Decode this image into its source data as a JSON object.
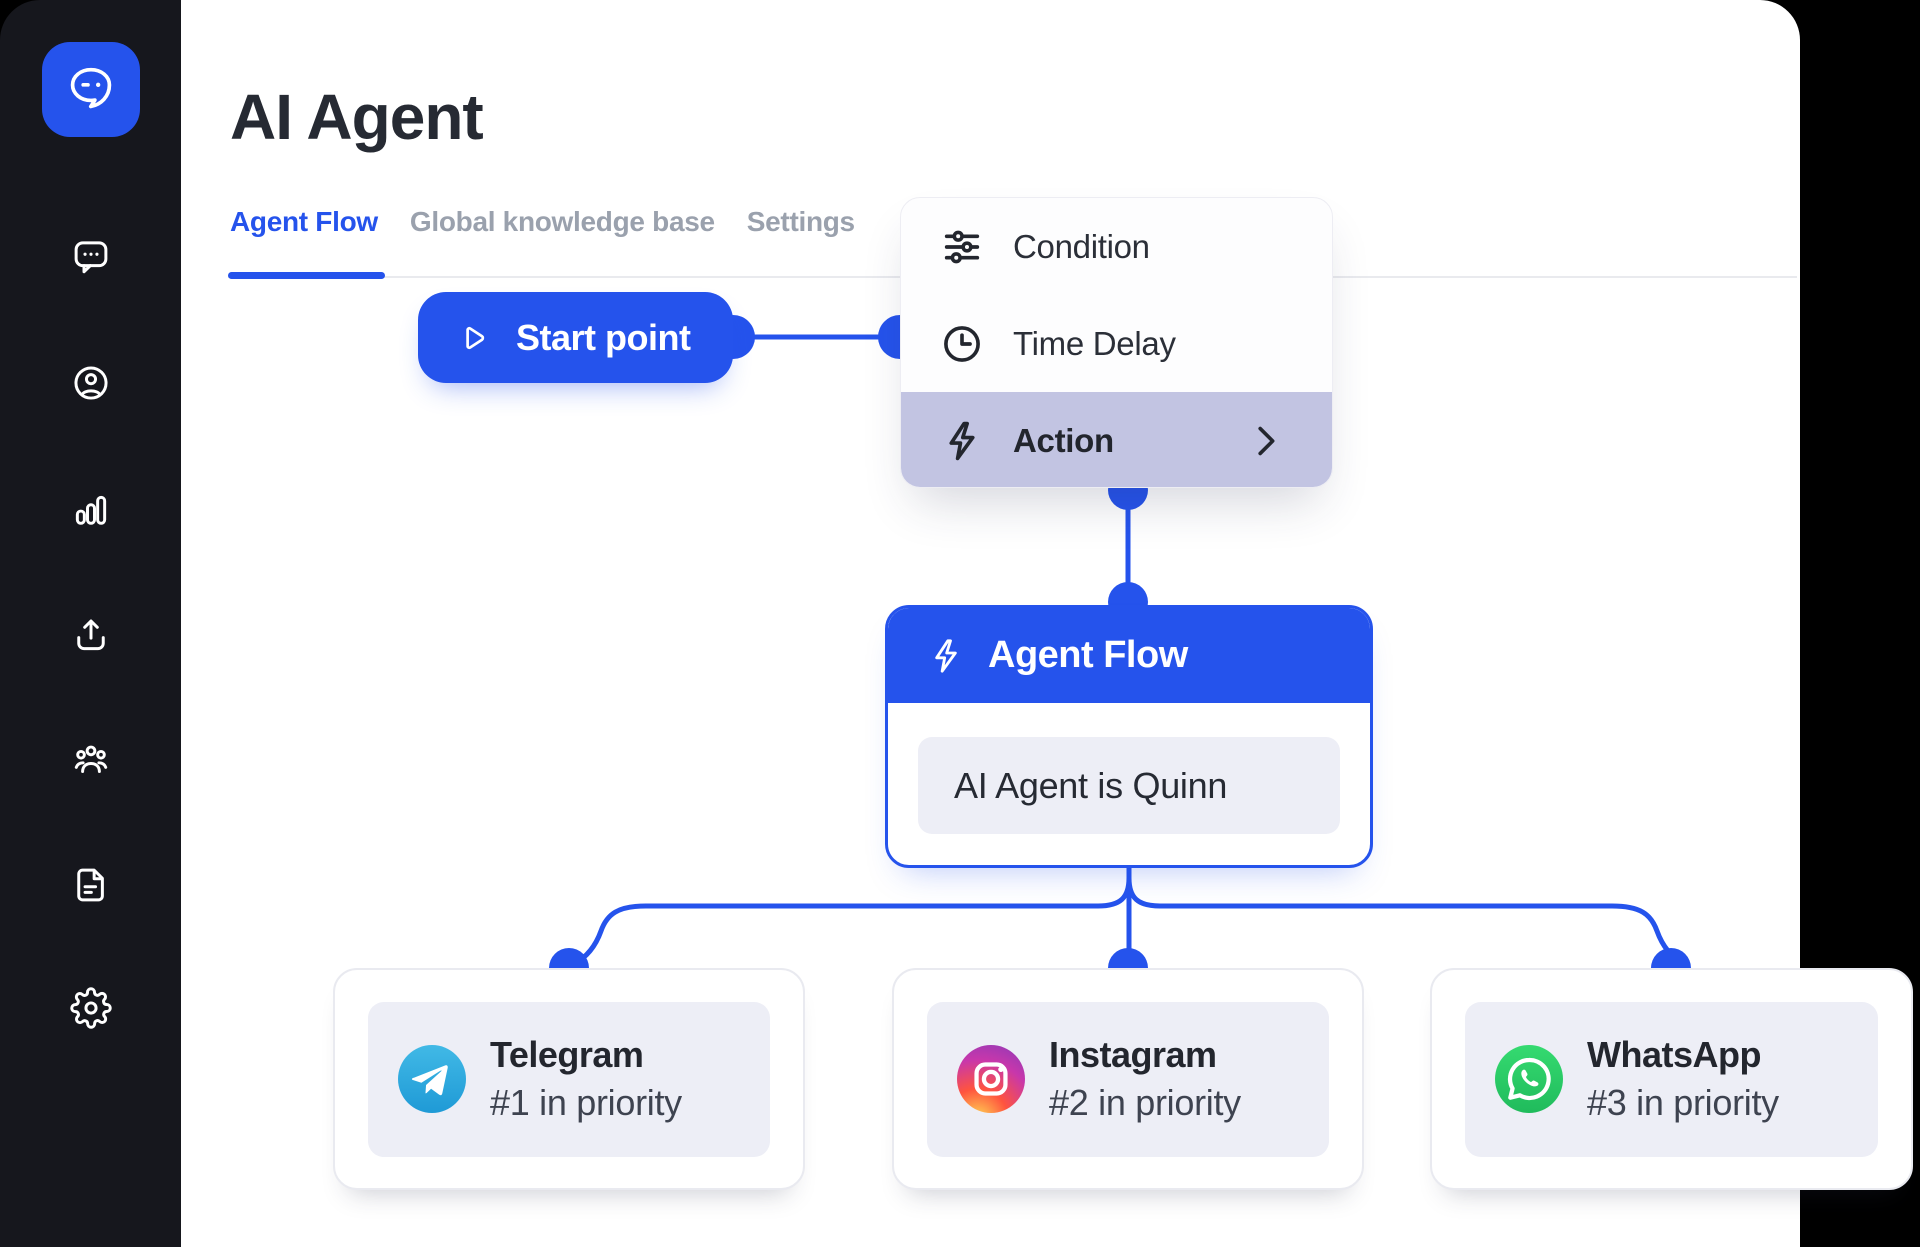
{
  "header": {
    "title": "AI Agent",
    "tabs": [
      {
        "label": "Agent Flow",
        "active": true
      },
      {
        "label": "Global knowledge base",
        "active": false
      },
      {
        "label": "Settings",
        "active": false
      }
    ]
  },
  "sidebar": {
    "items": [
      {
        "icon": "messages"
      },
      {
        "icon": "profile"
      },
      {
        "icon": "analytics"
      },
      {
        "icon": "export"
      },
      {
        "icon": "team"
      },
      {
        "icon": "documents"
      },
      {
        "icon": "settings"
      }
    ]
  },
  "flow": {
    "start": {
      "label": "Start point"
    },
    "menu": {
      "items": [
        {
          "label": "Condition",
          "icon": "sliders",
          "highlighted": false
        },
        {
          "label": "Time Delay",
          "icon": "clock",
          "highlighted": false
        },
        {
          "label": "Action",
          "icon": "lightning",
          "highlighted": true
        }
      ]
    },
    "agent_card": {
      "title": "Agent Flow",
      "description": "AI Agent is Quinn"
    },
    "channels": [
      {
        "name": "Telegram",
        "priority": "#1 in priority"
      },
      {
        "name": "Instagram",
        "priority": "#2 in priority"
      },
      {
        "name": "WhatsApp",
        "priority": "#3 in priority"
      }
    ]
  },
  "colors": {
    "accent": "#2553ec",
    "sidebar-bg": "#16171d",
    "menu-highlight": "#c2c4e2",
    "inner-box": "#edeef6",
    "telegram-blue": "#34aadf",
    "instagram-pink": "#d62976",
    "whatsapp-green": "#2ecc63"
  }
}
